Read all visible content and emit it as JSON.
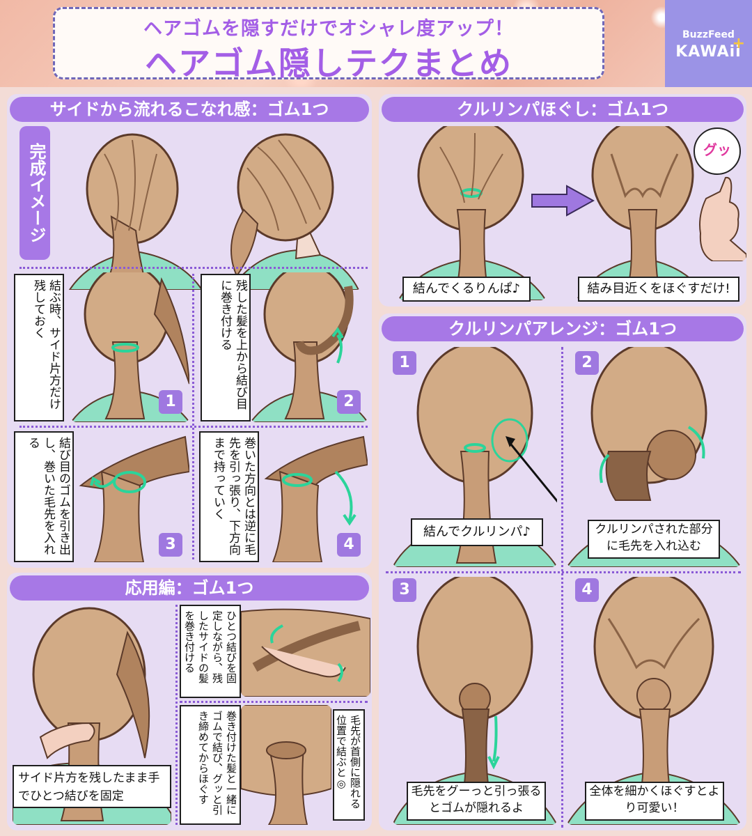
{
  "header": {
    "subtitle": "ヘアゴムを隠すだけでオシャレ度アップ！",
    "title": "ヘアゴム隠しテクまとめ"
  },
  "logo": {
    "top": "BuzzFeed",
    "bottom": "KAWAii",
    "plus": "+"
  },
  "colors": {
    "accent": "#a778e6",
    "panel": "#e7dcf3",
    "hair": "#d2ab86",
    "shirt": "#8fe0c4",
    "band": "#2bd49a"
  },
  "side_section": {
    "header": "サイドから流れるこなれ感：ゴム1つ",
    "tag": "完成イメージ",
    "steps": [
      {
        "num": "1",
        "caption": "結ぶ時、サイド片方だけ残しておく"
      },
      {
        "num": "2",
        "caption": "残した髪を上から結び目に巻き付ける"
      },
      {
        "num": "3",
        "caption": "結び目のゴムを引き出し、巻いた毛先を入れる"
      },
      {
        "num": "4",
        "caption": "巻いた方向とは逆に毛先を引っ張り、下方向まで持っていく"
      }
    ]
  },
  "applied_section": {
    "header": "応用編：ゴム1つ",
    "captions": [
      "サイド片方を残したまま手でひとつ結びを固定",
      "ひとつ結びを固定しながら、残したサイドの髪を巻き付ける",
      "巻き付けた髪と一緒にゴムで結び、グッと引き締めてからほぐす",
      "毛先が首側に隠れる位置で結ぶと◎"
    ]
  },
  "kururinpa_loosen": {
    "header": "クルリンパほぐし：ゴム1つ",
    "bubble": "グッ",
    "captions": [
      "結んでくるりんぱ♪",
      "結み目近くをほぐすだけ!"
    ]
  },
  "kururinpa_arrange": {
    "header": "クルリンパアレンジ：ゴム1つ",
    "steps": [
      {
        "num": "1",
        "caption": "結んでクルリンパ♪"
      },
      {
        "num": "2",
        "caption": "クルリンパされた部分に毛先を入れ込む"
      },
      {
        "num": "3",
        "caption": "毛先をグーっと引っ張るとゴムが隠れるよ"
      },
      {
        "num": "4",
        "caption": "全体を細かくほぐすとより可愛い！"
      }
    ]
  }
}
